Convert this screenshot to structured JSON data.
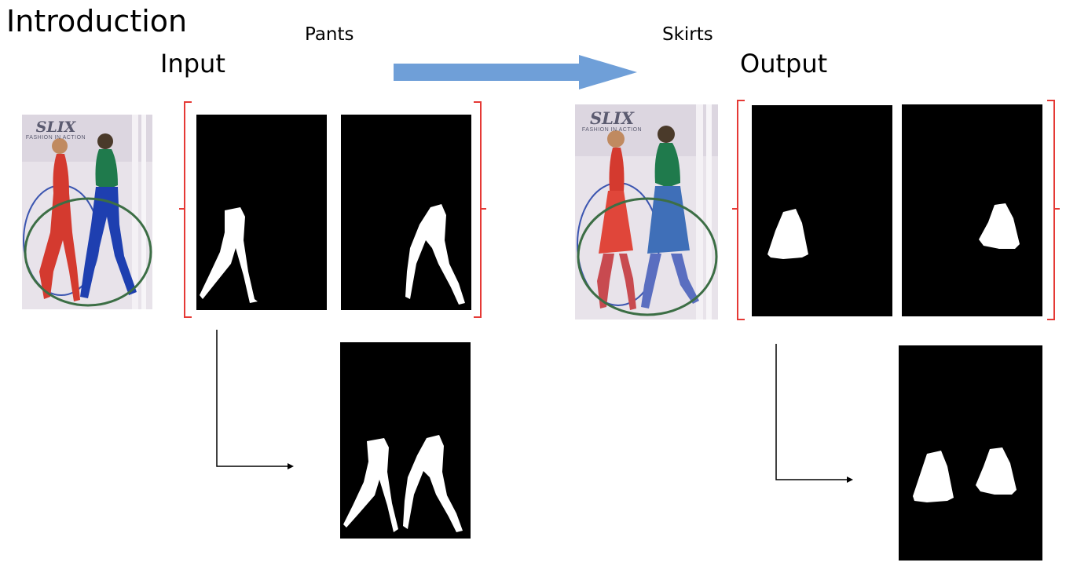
{
  "slide": {
    "title": "Introduction",
    "input_label": "Input",
    "output_label": "Output",
    "source_class": "Pants",
    "target_class": "Skirts"
  },
  "poster": {
    "brand": "SLIX",
    "tagline": "FASHION IN ACTION"
  },
  "colors": {
    "arrow": "#6f9fd8",
    "bracket": "#e53935",
    "mask_bg": "#000000",
    "mask_fg": "#ffffff",
    "leotard_left": "#d43a2f",
    "leotard_right": "#1f7a4c",
    "tights_right": "#1e3fb0"
  },
  "icons": [
    "right-arrow-icon",
    "elbow-arrow-icon"
  ]
}
